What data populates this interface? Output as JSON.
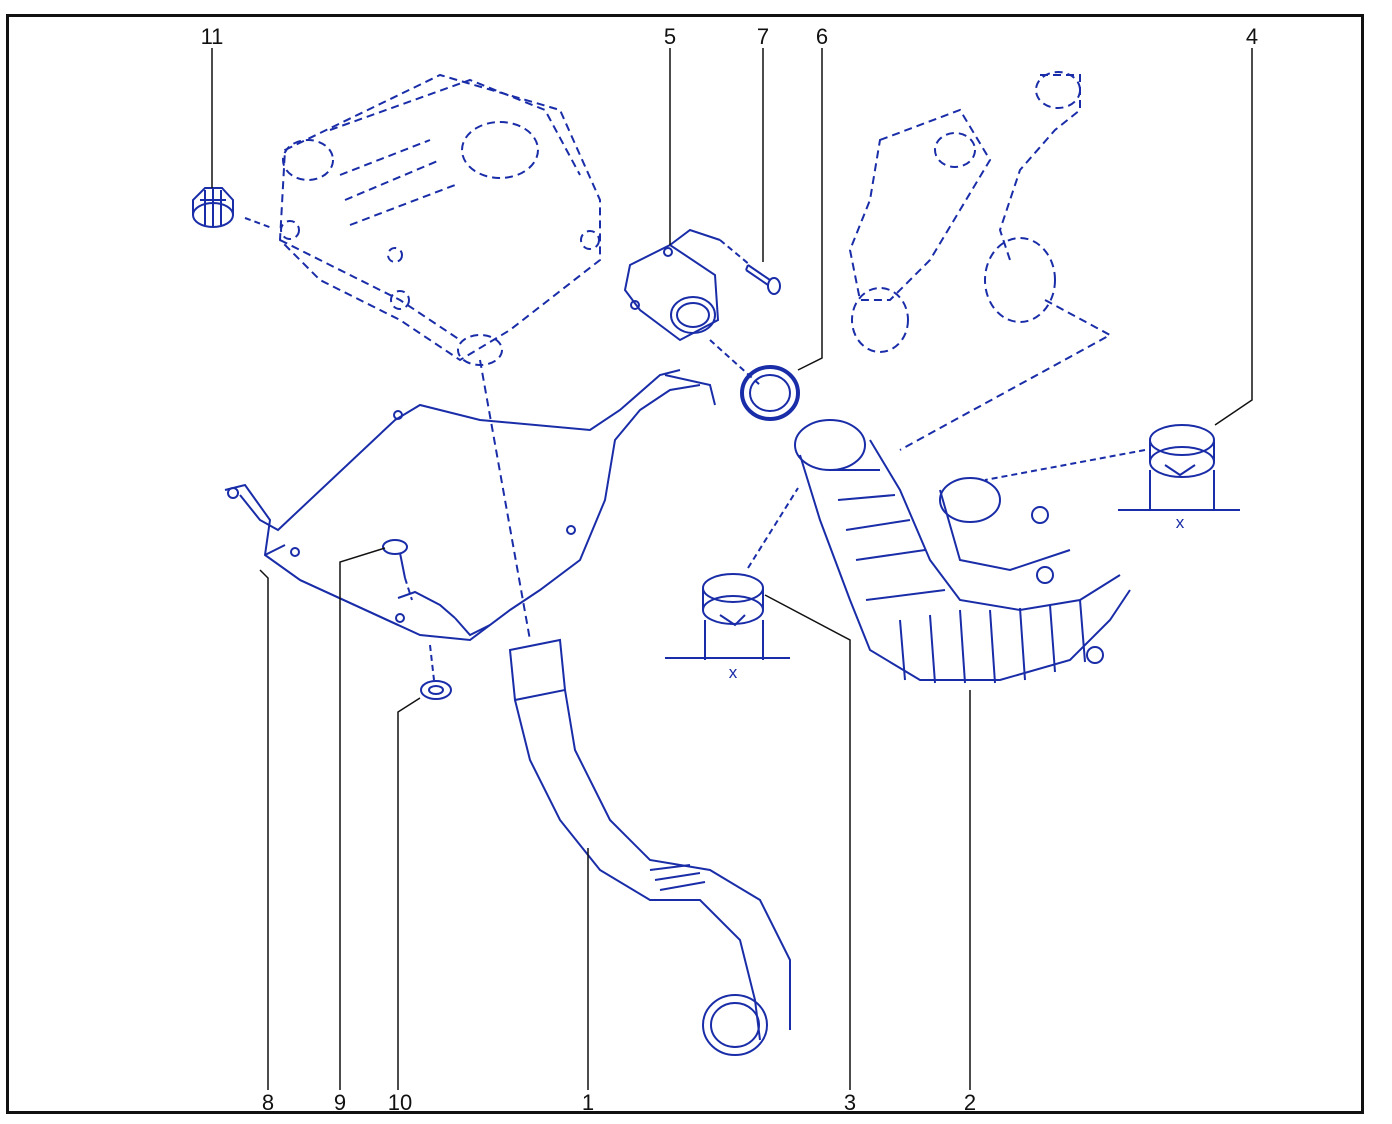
{
  "diagram": {
    "stroke_color": "#1a2da8",
    "leader_color": "#111111",
    "background": "#ffffff",
    "callouts": [
      "11",
      "5",
      "7",
      "6",
      "4",
      "8",
      "9",
      "10",
      "1",
      "3",
      "2"
    ],
    "dimension_label": "x"
  }
}
